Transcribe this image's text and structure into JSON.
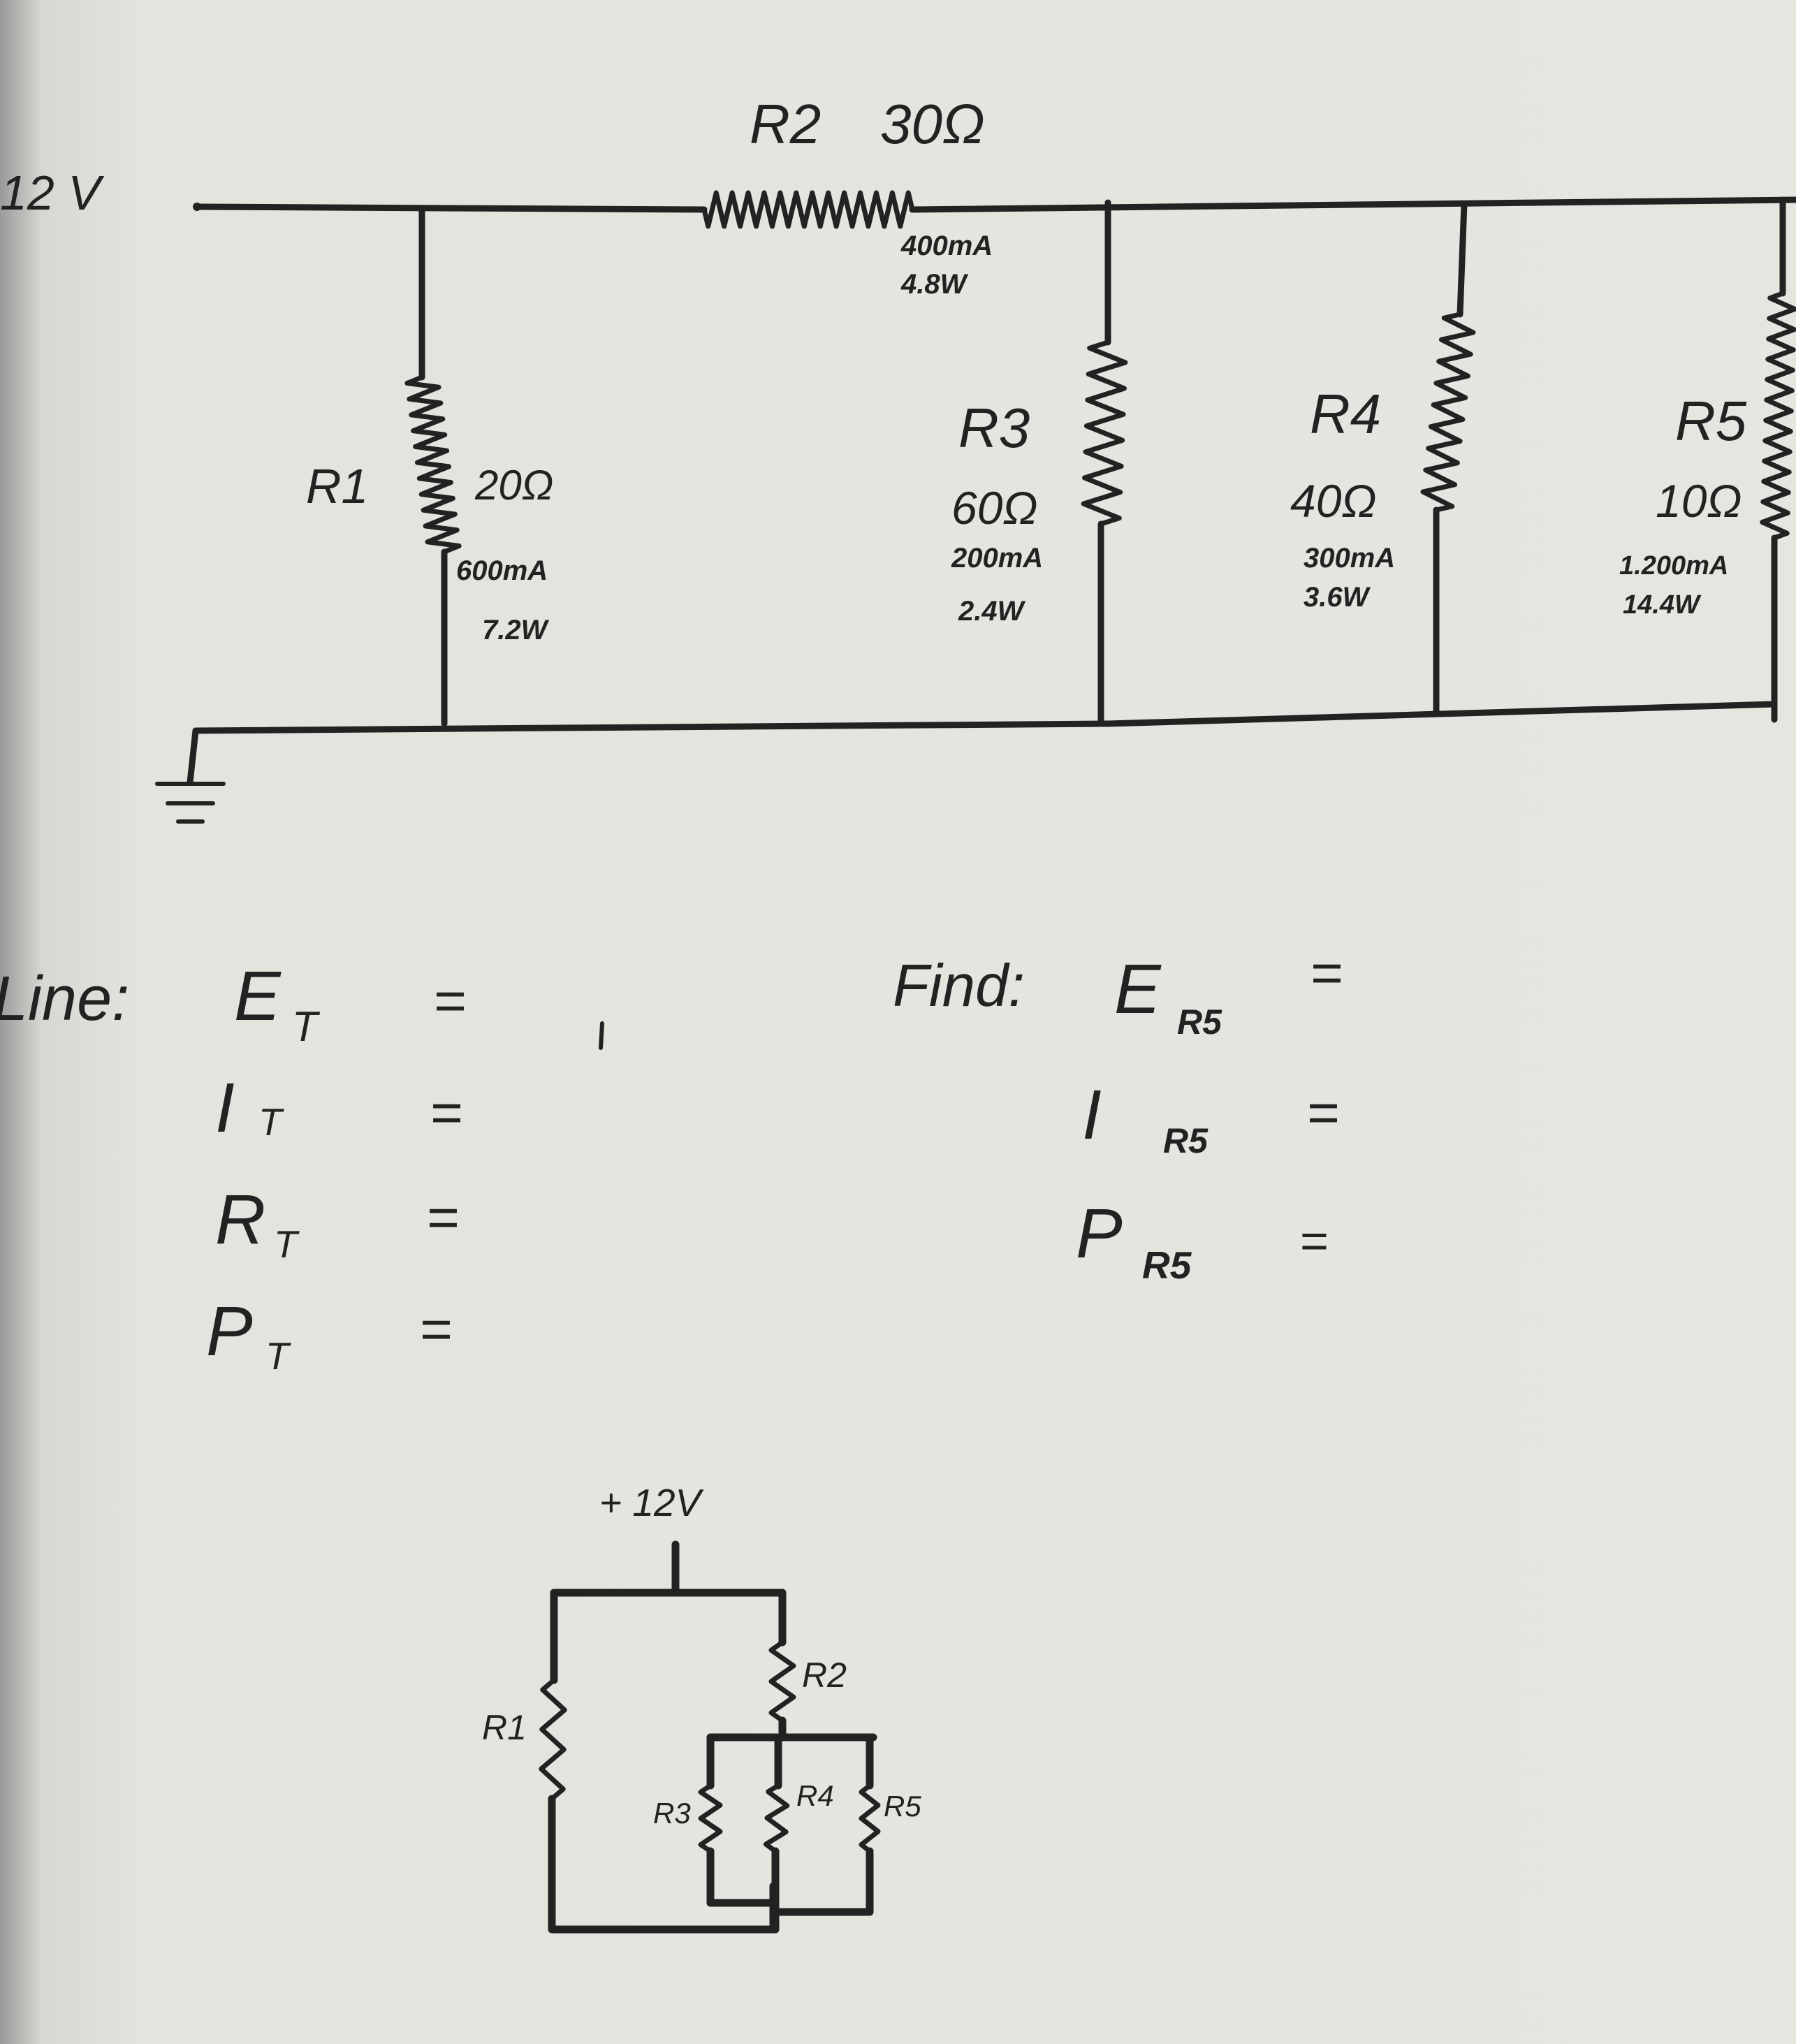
{
  "main_circuit": {
    "source_label": "12 V",
    "r1": {
      "name": "R1",
      "resistance": "20Ω",
      "current": "600mA",
      "power": "7.2W"
    },
    "r2": {
      "name": "R2",
      "resistance": "30Ω",
      "current": "400mA",
      "power": "4.8W"
    },
    "r3": {
      "name": "R3",
      "resistance": "60Ω",
      "current": "200mA",
      "power": "2.4W"
    },
    "r4": {
      "name": "R4",
      "resistance": "40Ω",
      "current": "300mA",
      "power": "3.6W"
    },
    "r5": {
      "name": "R5",
      "resistance": "10Ω",
      "current": "1.200mA",
      "power": "14.4W"
    }
  },
  "line_section": {
    "heading": "Line:",
    "items": [
      {
        "label": "E",
        "sub": "T",
        "eq": "="
      },
      {
        "label": "I",
        "sub": "T",
        "eq": "="
      },
      {
        "label": "R",
        "sub": "T",
        "eq": "="
      },
      {
        "label": "P",
        "sub": "T",
        "eq": "="
      }
    ]
  },
  "find_section": {
    "heading": "Find:",
    "items": [
      {
        "label": "E",
        "sub": "R5",
        "eq": "="
      },
      {
        "label": "I",
        "sub": "R5",
        "eq": "="
      },
      {
        "label": "P",
        "sub": "R5",
        "eq": "="
      }
    ]
  },
  "small_circuit": {
    "source_label": "+ 12V",
    "labels": [
      "R1",
      "R2",
      "R3",
      "R4",
      "R5"
    ]
  }
}
